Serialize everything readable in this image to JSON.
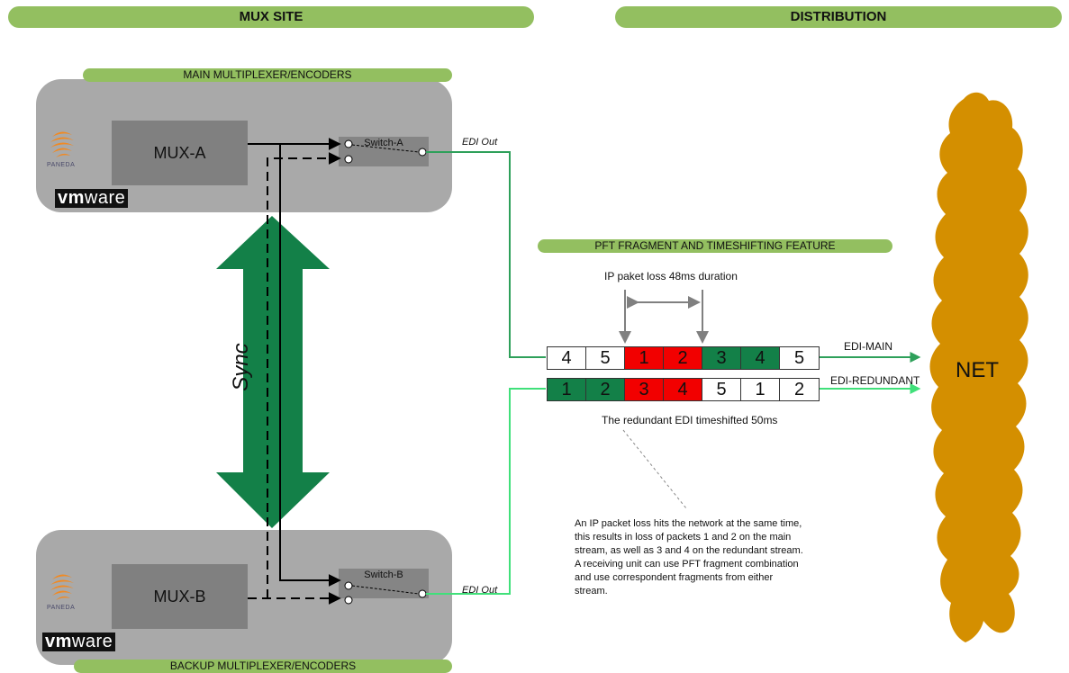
{
  "headers": {
    "mux_site": "MUX SITE",
    "distribution": "DISTRIBUTION"
  },
  "main_panel": {
    "title": "MAIN MULTIPLEXER/ENCODERS",
    "mux": "MUX-A",
    "switch": "Switch-A",
    "edi_out": "EDI Out",
    "logo_text": "PANEDA",
    "vmware_bold": "vm",
    "vmware_rest": "ware"
  },
  "backup_panel": {
    "title": "BACKUP MULTIPLEXER/ENCODERS",
    "mux": "MUX-B",
    "switch": "Switch-B",
    "edi_out": "EDI Out",
    "logo_text": "PANEDA",
    "vmware_bold": "vm",
    "vmware_rest": "ware"
  },
  "sync_label": "Sync",
  "pft": {
    "title": "PFT FRAGMENT AND TIMESHIFTING FEATURE",
    "loss_label": "IP paket loss 48ms duration",
    "main_stream": {
      "label": "EDI-MAIN",
      "packets": [
        {
          "n": "4",
          "state": "white"
        },
        {
          "n": "5",
          "state": "white"
        },
        {
          "n": "1",
          "state": "red"
        },
        {
          "n": "2",
          "state": "red"
        },
        {
          "n": "3",
          "state": "green"
        },
        {
          "n": "4",
          "state": "green"
        },
        {
          "n": "5",
          "state": "white"
        }
      ]
    },
    "redundant_stream": {
      "label": "EDI-REDUNDANT",
      "packets": [
        {
          "n": "1",
          "state": "green"
        },
        {
          "n": "2",
          "state": "green"
        },
        {
          "n": "3",
          "state": "red"
        },
        {
          "n": "4",
          "state": "red"
        },
        {
          "n": "5",
          "state": "white"
        },
        {
          "n": "1",
          "state": "white"
        },
        {
          "n": "2",
          "state": "white"
        }
      ]
    },
    "timeshift_label": "The redundant EDI timeshifted 50ms",
    "note_lines": [
      "An IP packet loss hits the network at the same time,",
      "this results in loss of packets 1 and 2 on the main",
      "stream, as well as 3 and 4 on the redundant stream.",
      "A receiving unit can use PFT fragment combination",
      "and use correspondent fragments from either",
      "stream."
    ]
  },
  "net_label": "NET",
  "colors": {
    "pill": "#93bf60",
    "panel": "#a9a9a9",
    "mux": "#808080",
    "sync_arrow": "#138048",
    "main_line": "#2ea05a",
    "redundant_line": "#40e07a",
    "cloud": "#d48f00",
    "packet_red": "#f20000",
    "packet_green": "#138048"
  }
}
